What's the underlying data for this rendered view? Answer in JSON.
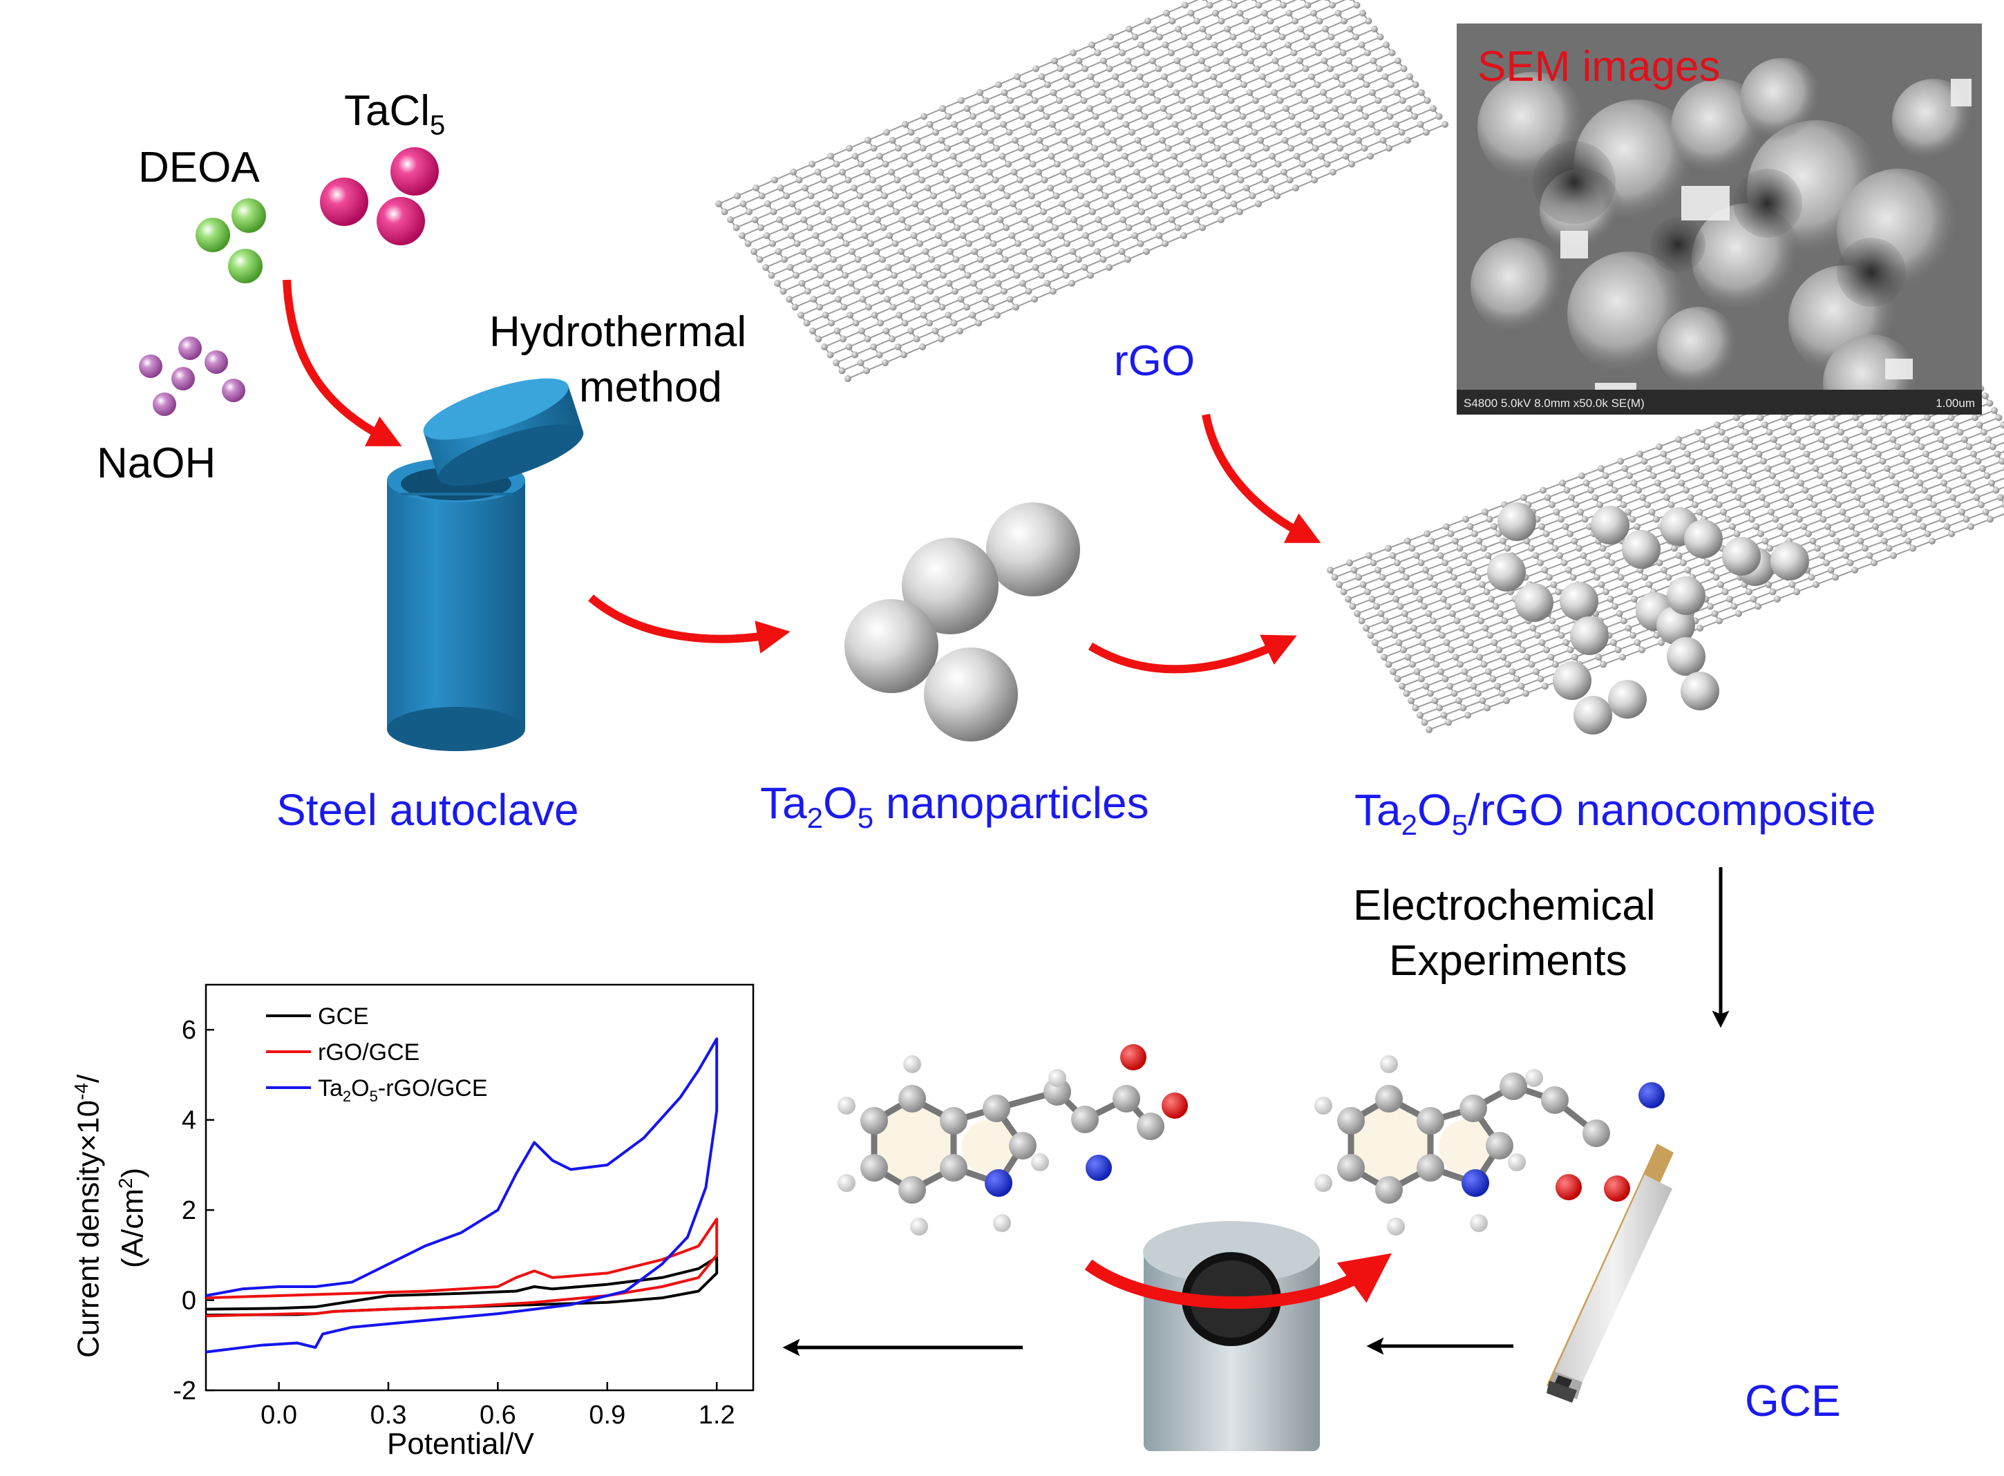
{
  "reagents": {
    "deoa": "DEOA",
    "tacl5_main": "TaCl",
    "tacl5_sub": "5",
    "naoh": "NaOH",
    "colors": {
      "deoa": "#6cc24a",
      "tacl5": "#e0197a",
      "naoh": "#b063b4"
    }
  },
  "steps": {
    "hydrothermal_line1": "Hydrothermal",
    "hydrothermal_line2": "method",
    "rgo": "rGO",
    "autoclave": "Steel autoclave",
    "np_prefix": "Ta",
    "np_sub1": "2",
    "np_mid": "O",
    "np_sub2": "5",
    "np_suffix": " nanoparticles",
    "comp_prefix": "Ta",
    "comp_sub1": "2",
    "comp_mid": "O",
    "comp_sub2": "5",
    "comp_suffix": "/rGO nanocomposite",
    "electro_line1": "Electrochemical",
    "electro_line2": "Experiments",
    "gce": "GCE"
  },
  "sem": {
    "title": "SEM images",
    "info": "S4800 5.0kV 8.0mm x50.0k SE(M)",
    "scale": "1.00um"
  },
  "chart_data": {
    "type": "line",
    "xlabel": "Potential/V",
    "ylabel_line1": "Current density×10",
    "ylabel_exp": "-4",
    "ylabel_line1_end": "/",
    "ylabel_line2": "(A/cm",
    "ylabel_line2_exp": "2",
    "ylabel_line2_end": ")",
    "xlim": [
      -0.2,
      1.3
    ],
    "ylim": [
      -2,
      7
    ],
    "xticks": [
      "0.0",
      "0.3",
      "0.6",
      "0.9",
      "1.2"
    ],
    "xtick_values": [
      0.0,
      0.3,
      0.6,
      0.9,
      1.2
    ],
    "yticks": [
      "-2",
      "0",
      "2",
      "4",
      "6"
    ],
    "ytick_values": [
      -2,
      0,
      2,
      4,
      6
    ],
    "legend_position": "top-left",
    "series": [
      {
        "name": "GCE",
        "color": "#000000",
        "x": [
          -0.2,
          0.0,
          0.1,
          0.3,
          0.5,
          0.65,
          0.7,
          0.75,
          0.9,
          1.05,
          1.15,
          1.2,
          1.2,
          1.15,
          1.05,
          0.9,
          0.7,
          0.5,
          0.3,
          0.15,
          0.1,
          0.05,
          -0.2
        ],
        "y": [
          -0.2,
          -0.18,
          -0.15,
          0.1,
          0.15,
          0.2,
          0.3,
          0.25,
          0.35,
          0.5,
          0.7,
          0.95,
          0.6,
          0.2,
          0.05,
          -0.05,
          -0.1,
          -0.15,
          -0.2,
          -0.25,
          -0.3,
          -0.32,
          -0.33
        ]
      },
      {
        "name": "rGO/GCE",
        "color": "#ee1111",
        "x": [
          -0.2,
          0.0,
          0.2,
          0.4,
          0.6,
          0.65,
          0.7,
          0.75,
          0.9,
          1.05,
          1.15,
          1.2,
          1.2,
          1.15,
          1.05,
          0.9,
          0.7,
          0.5,
          0.3,
          0.15,
          0.1,
          0.05,
          -0.2
        ],
        "y": [
          0.05,
          0.1,
          0.15,
          0.2,
          0.3,
          0.5,
          0.65,
          0.5,
          0.6,
          0.9,
          1.2,
          1.8,
          1.0,
          0.5,
          0.3,
          0.1,
          -0.05,
          -0.15,
          -0.2,
          -0.25,
          -0.3,
          -0.3,
          -0.35
        ]
      },
      {
        "name": "Ta2O5-rGO/GCE",
        "color": "#1515ee",
        "x": [
          -0.2,
          -0.1,
          0.0,
          0.1,
          0.2,
          0.3,
          0.4,
          0.5,
          0.6,
          0.65,
          0.7,
          0.75,
          0.8,
          0.9,
          1.0,
          1.1,
          1.15,
          1.2,
          1.2,
          1.17,
          1.12,
          1.05,
          0.95,
          0.8,
          0.6,
          0.4,
          0.2,
          0.12,
          0.1,
          0.05,
          -0.05,
          -0.2
        ],
        "y": [
          0.1,
          0.25,
          0.3,
          0.3,
          0.4,
          0.8,
          1.2,
          1.5,
          2.0,
          2.8,
          3.5,
          3.1,
          2.9,
          3.0,
          3.6,
          4.5,
          5.1,
          5.8,
          4.2,
          2.5,
          1.4,
          0.8,
          0.2,
          -0.1,
          -0.3,
          -0.45,
          -0.6,
          -0.75,
          -1.05,
          -0.95,
          -1.0,
          -1.15
        ]
      }
    ]
  }
}
